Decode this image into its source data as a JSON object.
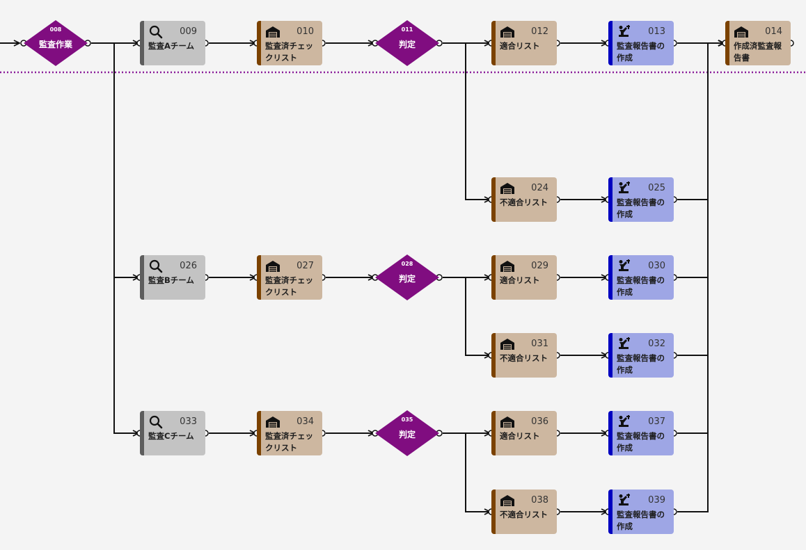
{
  "colors": {
    "background": "#f4f4f4",
    "edge": "#111111",
    "decision": "#800d80",
    "divider": "#8a1c9a",
    "review_fill": "#c3c3c3",
    "review_accent": "#5d5d5d",
    "store_fill": "#cdb7a0",
    "store_accent": "#7b4200",
    "task_fill": "#9ea6e5",
    "task_accent": "#0000c0"
  },
  "nodes": [
    {
      "kind": "decision",
      "id": "008",
      "label": "監査作業"
    },
    {
      "kind": "review",
      "icon": "magnifier-icon",
      "id": "009",
      "label": "監査Aチーム"
    },
    {
      "kind": "store",
      "icon": "warehouse-icon",
      "id": "010",
      "label": "監査済チェックリスト"
    },
    {
      "kind": "decision",
      "id": "011",
      "label": "判定"
    },
    {
      "kind": "store",
      "icon": "warehouse-icon",
      "id": "012",
      "label": "適合リスト"
    },
    {
      "kind": "task",
      "icon": "worker-icon",
      "id": "013",
      "label": "監査報告書の作成"
    },
    {
      "kind": "store",
      "icon": "warehouse-icon",
      "id": "014",
      "label": "作成済監査報告書"
    },
    {
      "kind": "store",
      "icon": "warehouse-icon",
      "id": "024",
      "label": "不適合リスト"
    },
    {
      "kind": "task",
      "icon": "worker-icon",
      "id": "025",
      "label": "監査報告書の作成"
    },
    {
      "kind": "review",
      "icon": "magnifier-icon",
      "id": "026",
      "label": "監査Bチーム"
    },
    {
      "kind": "store",
      "icon": "warehouse-icon",
      "id": "027",
      "label": "監査済チェックリスト"
    },
    {
      "kind": "decision",
      "id": "028",
      "label": "判定"
    },
    {
      "kind": "store",
      "icon": "warehouse-icon",
      "id": "029",
      "label": "適合リスト"
    },
    {
      "kind": "task",
      "icon": "worker-icon",
      "id": "030",
      "label": "監査報告書の作成"
    },
    {
      "kind": "store",
      "icon": "warehouse-icon",
      "id": "031",
      "label": "不適合リスト"
    },
    {
      "kind": "task",
      "icon": "worker-icon",
      "id": "032",
      "label": "監査報告書の作成"
    },
    {
      "kind": "review",
      "icon": "magnifier-icon",
      "id": "033",
      "label": "監査Cチーム"
    },
    {
      "kind": "store",
      "icon": "warehouse-icon",
      "id": "034",
      "label": "監査済チェックリスト"
    },
    {
      "kind": "decision",
      "id": "035",
      "label": "判定"
    },
    {
      "kind": "store",
      "icon": "warehouse-icon",
      "id": "036",
      "label": "適合リスト"
    },
    {
      "kind": "task",
      "icon": "worker-icon",
      "id": "037",
      "label": "監査報告書の作成"
    },
    {
      "kind": "store",
      "icon": "warehouse-icon",
      "id": "038",
      "label": "不適合リスト"
    },
    {
      "kind": "task",
      "icon": "worker-icon",
      "id": "039",
      "label": "監査報告書の作成"
    }
  ],
  "edges": [
    [
      "008",
      "009"
    ],
    [
      "009",
      "010"
    ],
    [
      "010",
      "011"
    ],
    [
      "011",
      "012"
    ],
    [
      "012",
      "013"
    ],
    [
      "013",
      "014"
    ],
    [
      "011",
      "024"
    ],
    [
      "024",
      "025"
    ],
    [
      "025",
      "014"
    ],
    [
      "008",
      "026"
    ],
    [
      "026",
      "027"
    ],
    [
      "027",
      "028"
    ],
    [
      "028",
      "029"
    ],
    [
      "029",
      "030"
    ],
    [
      "030",
      "014"
    ],
    [
      "028",
      "031"
    ],
    [
      "031",
      "032"
    ],
    [
      "032",
      "014"
    ],
    [
      "008",
      "033"
    ],
    [
      "033",
      "034"
    ],
    [
      "034",
      "035"
    ],
    [
      "035",
      "036"
    ],
    [
      "036",
      "037"
    ],
    [
      "037",
      "014"
    ],
    [
      "035",
      "038"
    ],
    [
      "038",
      "039"
    ],
    [
      "039",
      "014"
    ]
  ]
}
